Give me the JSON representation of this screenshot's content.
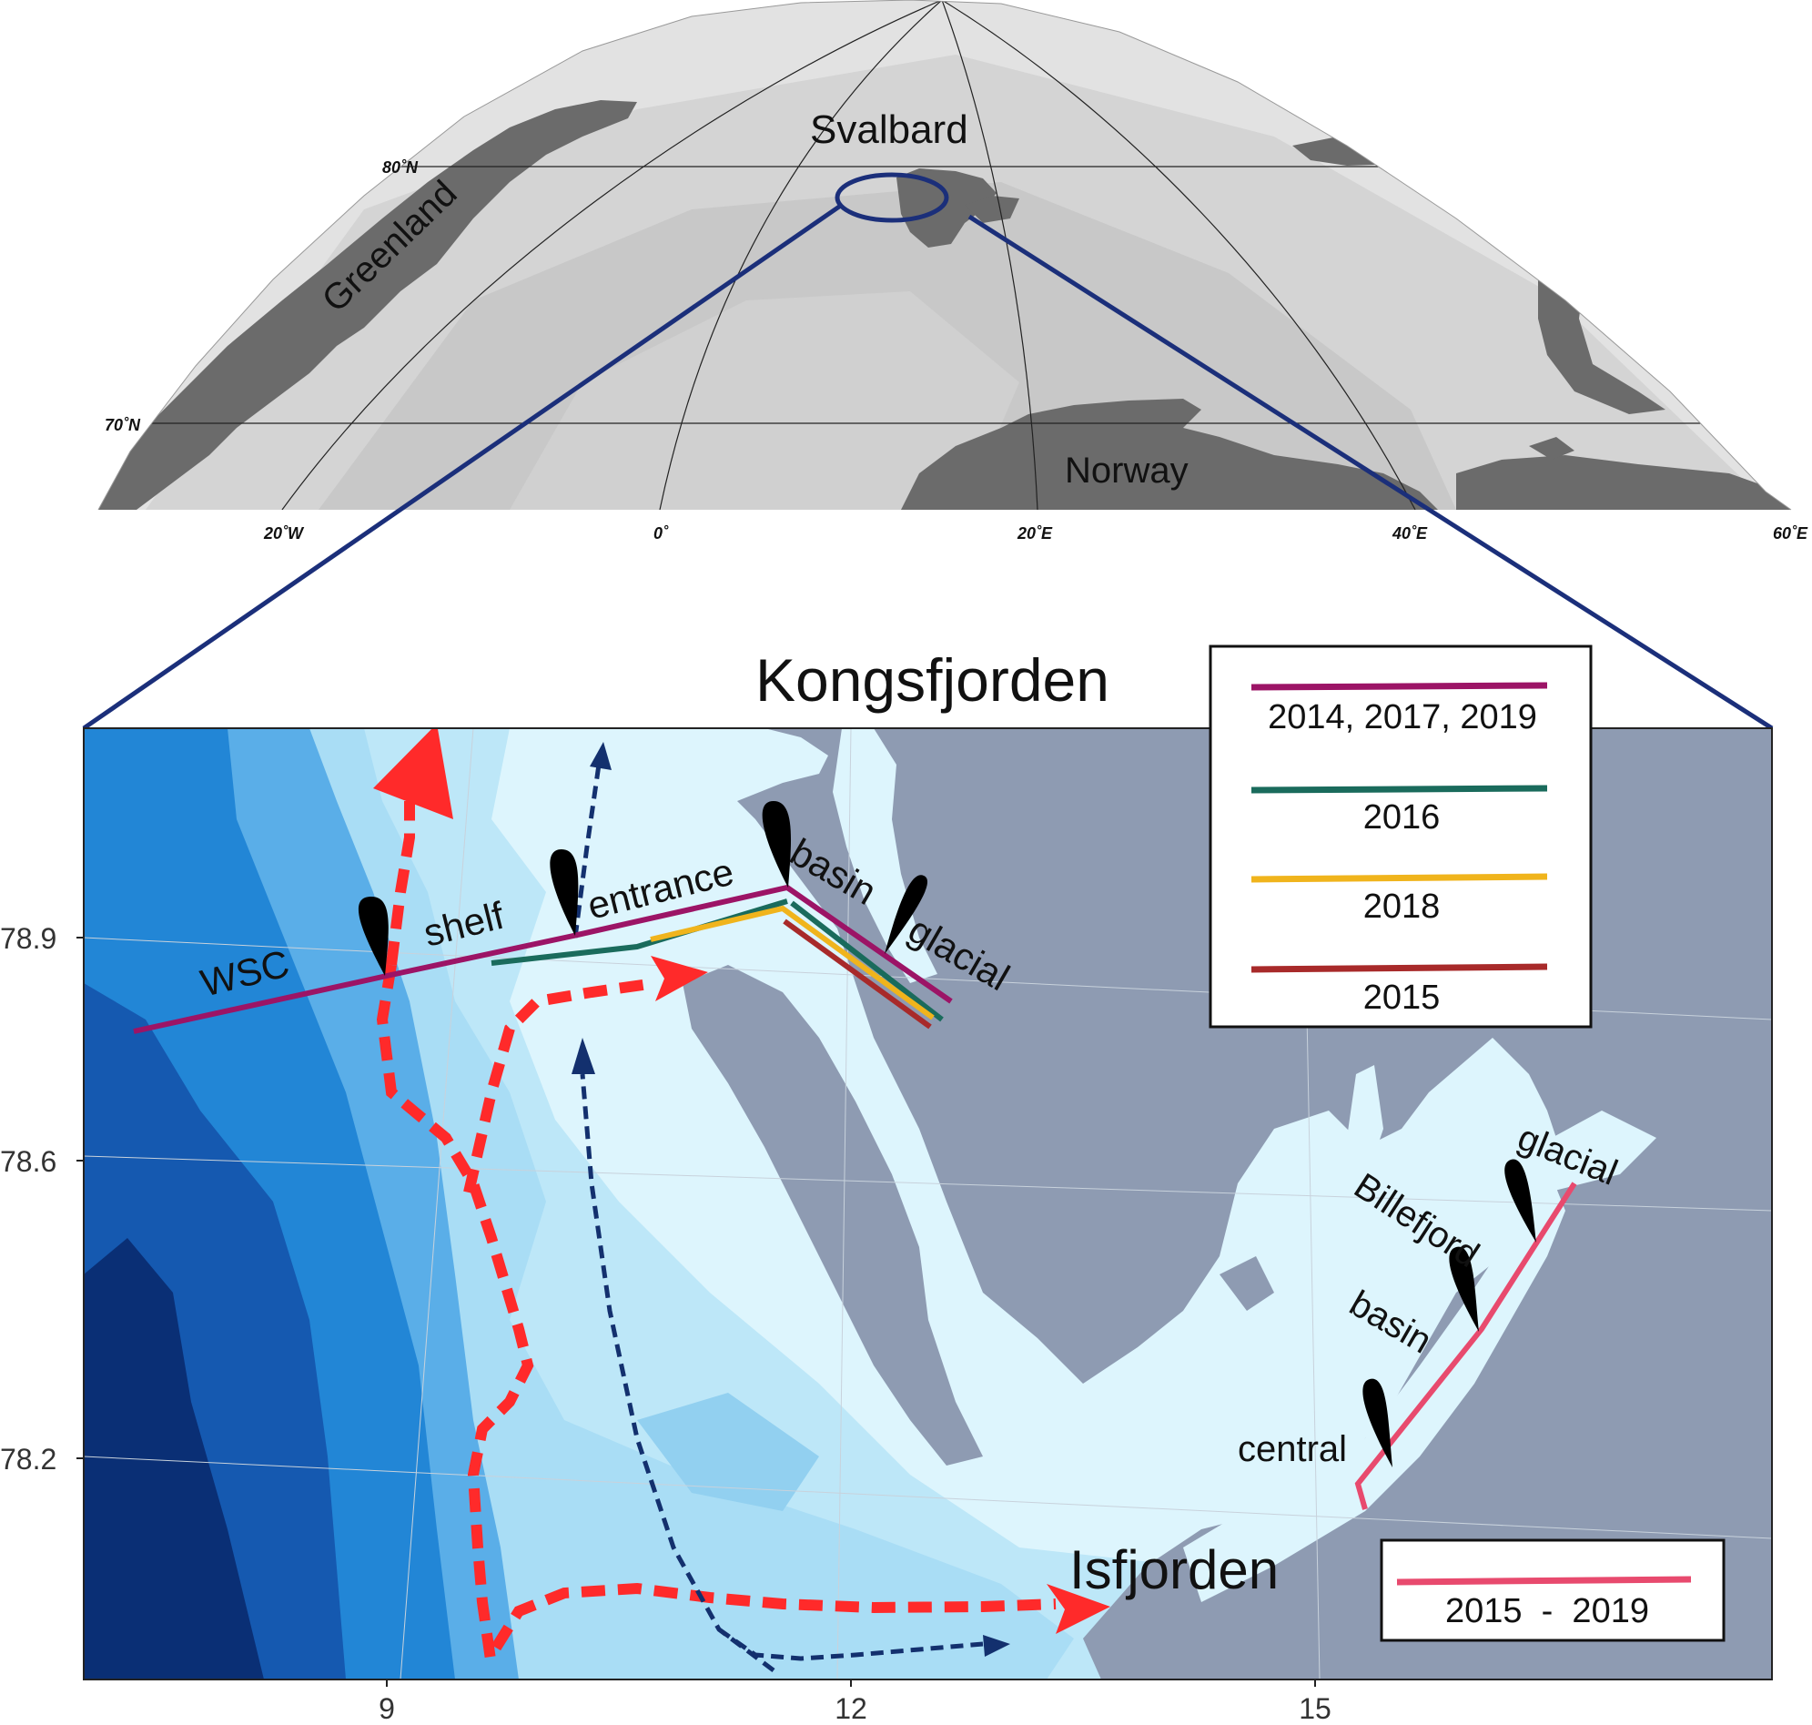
{
  "overview_map": {
    "labels": {
      "greenland": "Greenland",
      "svalbard": "Svalbard",
      "norway": "Norway"
    },
    "latitudes": [
      "80˚N",
      "70˚N"
    ],
    "longitudes": [
      "20˚W",
      "0˚",
      "20˚E",
      "40˚E",
      "60˚E"
    ]
  },
  "detail_map": {
    "title": "Kongsfjorden",
    "isfjorden_label": "Isfjorden",
    "y_ticks": [
      "78.9",
      "78.6",
      "78.2"
    ],
    "x_ticks": [
      "9",
      "12",
      "15"
    ],
    "kongsfjorden_segments": [
      "WSC",
      "shelf",
      "entrance",
      "basin",
      "glacial"
    ],
    "isfjorden_segments": [
      "central",
      "basin",
      "Billefjord",
      "glacial"
    ]
  },
  "legend_kongsfjorden": {
    "entries": [
      {
        "label": "2014, 2017, 2019",
        "color": "#9c1466"
      },
      {
        "label": "2016",
        "color": "#1a6b5c"
      },
      {
        "label": "2018",
        "color": "#f0b41c"
      },
      {
        "label": "2015",
        "color": "#a82a2a"
      }
    ]
  },
  "legend_isfjorden": {
    "entries": [
      {
        "label": "2015  -  2019",
        "color": "#e84a6e"
      }
    ]
  },
  "colors": {
    "land": "#8e9bb2",
    "outline": "#1b2f7a",
    "atlantic_flow": "#ff2a2a",
    "coastal_flow": "#13306e"
  }
}
